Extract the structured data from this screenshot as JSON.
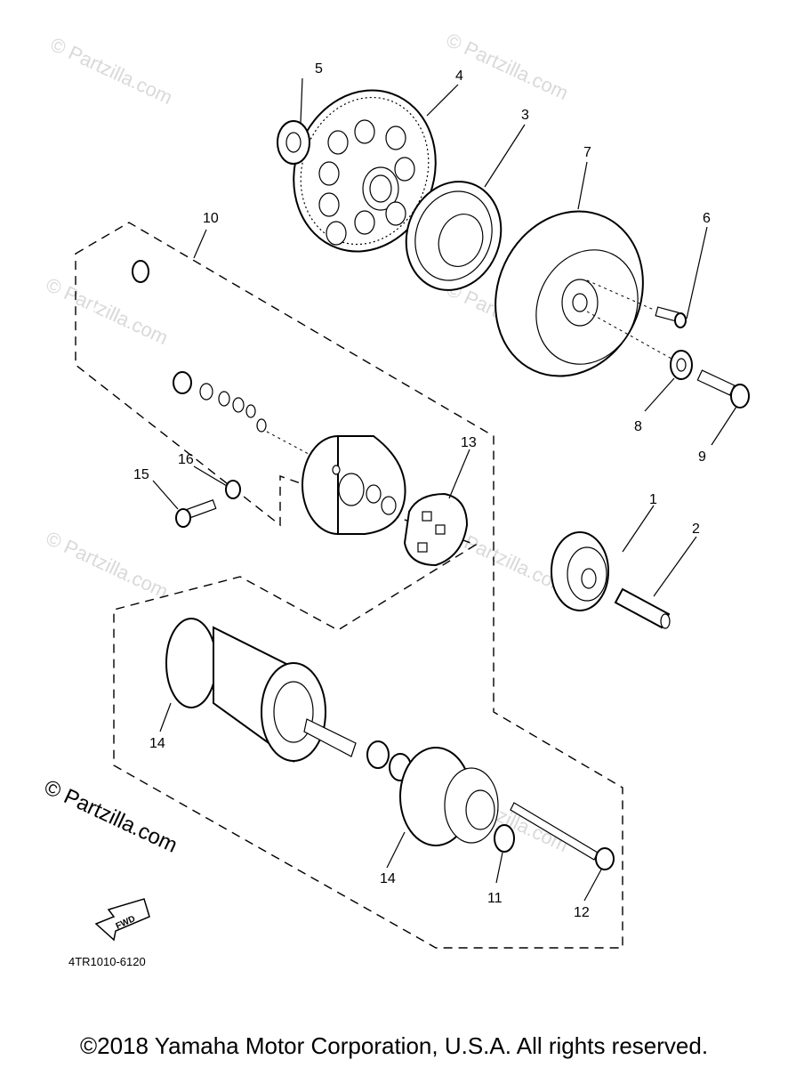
{
  "diagram": {
    "watermark": "© Partzilla.com",
    "watermark_large": "© Partzilla.com",
    "figure_code": "4TR1010-6120",
    "fwd_label": "FWD",
    "callouts": {
      "c1": "1",
      "c2": "2",
      "c3": "3",
      "c4": "4",
      "c5": "5",
      "c6": "6",
      "c7": "7",
      "c8": "8",
      "c9": "9",
      "c10": "10",
      "c11": "11",
      "c12": "12",
      "c13": "13",
      "c14a": "14",
      "c14b": "14",
      "c15": "15",
      "c16": "16"
    }
  },
  "footer": {
    "copyright": "©2018 Yamaha Motor Corporation, U.S.A. All rights reserved."
  }
}
